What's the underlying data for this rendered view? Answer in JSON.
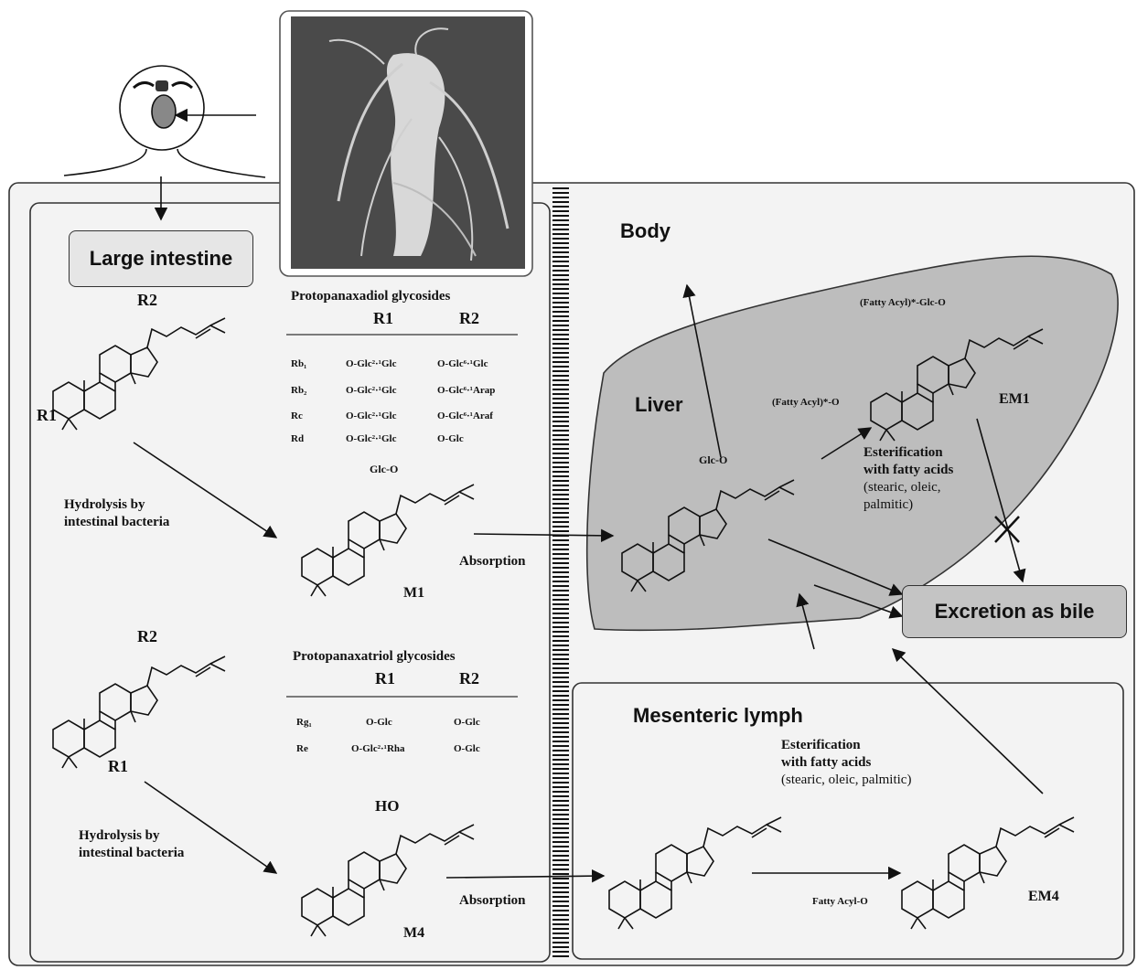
{
  "labels": {
    "large_intestine": "Large intestine",
    "body": "Body",
    "liver": "Liver",
    "excretion": "Excretion as bile",
    "mesenteric_lymph": "Mesenteric lymph"
  },
  "ppd": {
    "title": "Protopanaxadiol glycosides",
    "col_r1": "R1",
    "col_r2": "R2",
    "rows": [
      {
        "name": "Rb₁",
        "r1": "O-Glc²·¹Glc",
        "r2": "O-Glc⁶·¹Glc"
      },
      {
        "name": "Rb₂",
        "r1": "O-Glc²·¹Glc",
        "r2": "O-Glc⁶·¹Arap"
      },
      {
        "name": "Rc",
        "r1": "O-Glc²·¹Glc",
        "r2": "O-Glc⁶·¹Araf"
      },
      {
        "name": "Rd",
        "r1": "O-Glc²·¹Glc",
        "r2": "O-Glc"
      }
    ]
  },
  "ppt": {
    "title": "Protopanaxatriol glycosides",
    "col_r1": "R1",
    "col_r2": "R2",
    "rows": [
      {
        "name": "Rg₁",
        "r1": "O-Glc",
        "r2": "O-Glc"
      },
      {
        "name": "Re",
        "r1": "O-Glc²·¹Rha",
        "r2": "O-Glc"
      }
    ]
  },
  "captions": {
    "hydrolysis_1_line1": "Hydrolysis by",
    "hydrolysis_1_line2": "intestinal bacteria",
    "hydrolysis_2_line1": "Hydrolysis by",
    "hydrolysis_2_line2": "intestinal bacteria",
    "absorption_1": "Absorption",
    "absorption_2": "Absorption",
    "ester_liver_line1": "Esterification",
    "ester_liver_line2": "with fatty acids",
    "ester_liver_line3": "(stearic, oleic,",
    "ester_liver_line4": "palmitic)",
    "ester_lymph_line1": "Esterification",
    "ester_lymph_line2": "with fatty acids",
    "ester_lymph_line3": "(stearic, oleic, palmitic)"
  },
  "compounds": {
    "m1": "M1",
    "m4": "M4",
    "em1": "EM1",
    "em4": "EM4",
    "ppd_r2": "R2",
    "ppd_r1": "R1",
    "ppt_r2": "R2",
    "ppt_r1": "R1",
    "m1_top": "Glc-O",
    "liver_top": "Glc-O",
    "em1_top": "(Fatty Acyl)*-Glc-O",
    "em1_left": "(Fatty Acyl)*-O",
    "em4_left": "Fatty Acyl-O",
    "m4_top": "HO"
  },
  "icons": [
    "person-icon",
    "ginseng-root-photo",
    "membrane-icon",
    "liver-organ-shape",
    "blocked-cross-icon"
  ]
}
